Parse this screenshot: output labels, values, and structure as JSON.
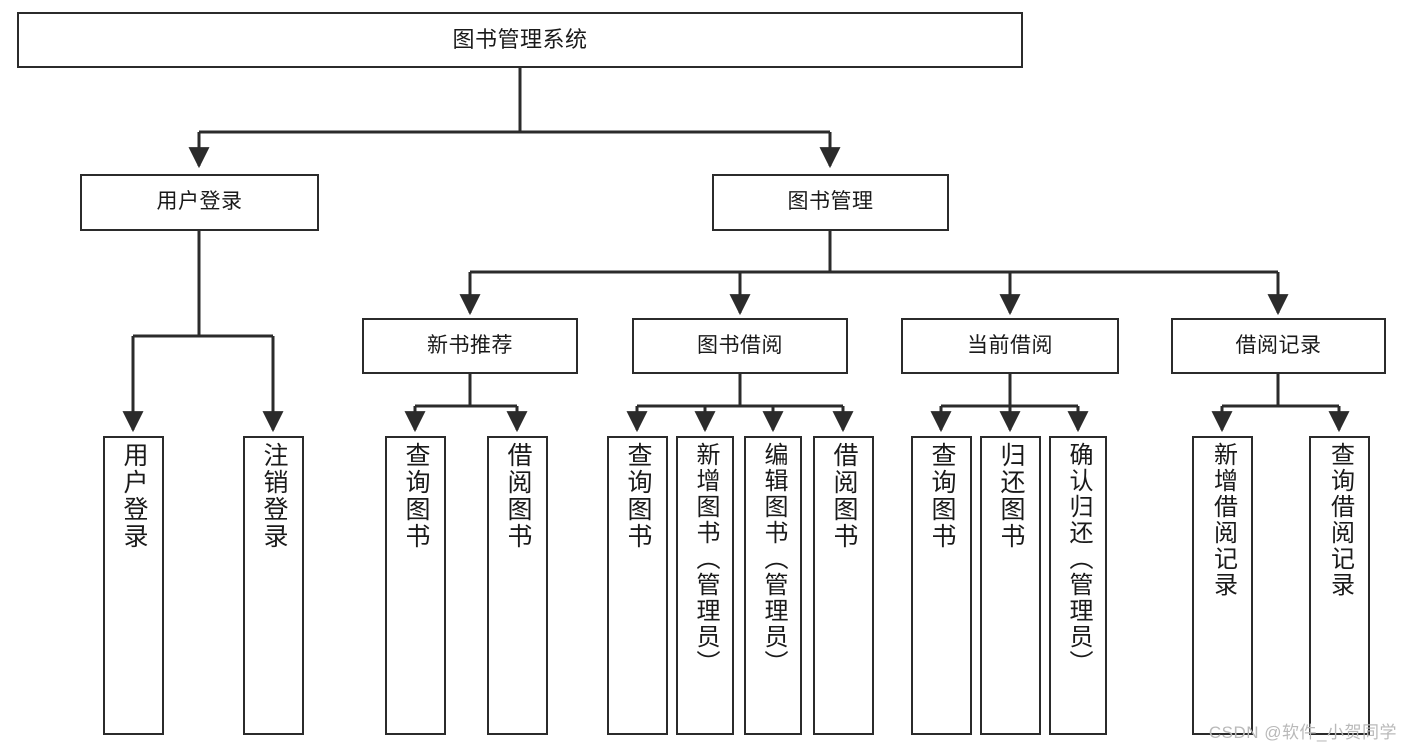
{
  "diagram": {
    "title": "图书管理系统",
    "type": "tree",
    "stroke_color": "#2b2b2b",
    "fill_color": "#ffffff",
    "text_color": "#1a1a1a"
  },
  "nodes": {
    "root": {
      "label": "图书管理系统"
    },
    "level2": [
      {
        "id": "user-login",
        "label": "用户登录"
      },
      {
        "id": "book-management",
        "label": "图书管理"
      }
    ],
    "level3": [
      {
        "id": "new-book-recommend",
        "label": "新书推荐"
      },
      {
        "id": "book-borrow",
        "label": "图书借阅"
      },
      {
        "id": "current-borrow",
        "label": "当前借阅"
      },
      {
        "id": "borrow-record",
        "label": "借阅记录"
      }
    ],
    "leaves": [
      {
        "id": "leaf-user-login",
        "label": "用户登录"
      },
      {
        "id": "leaf-logout-login",
        "label": "注销登录"
      },
      {
        "id": "leaf-query-book-1",
        "label": "查询图书"
      },
      {
        "id": "leaf-borrow-book-1",
        "label": "借阅图书"
      },
      {
        "id": "leaf-query-book-2",
        "label": "查询图书"
      },
      {
        "id": "leaf-add-book-admin",
        "label": "新增图书（管理员）"
      },
      {
        "id": "leaf-edit-book-admin",
        "label": "编辑图书（管理员）"
      },
      {
        "id": "leaf-borrow-book-2",
        "label": "借阅图书"
      },
      {
        "id": "leaf-query-book-3",
        "label": "查询图书"
      },
      {
        "id": "leaf-return-book",
        "label": "归还图书"
      },
      {
        "id": "leaf-confirm-return-admin",
        "label": "确认归还（管理员）"
      },
      {
        "id": "leaf-add-borrow-record",
        "label": "新增借阅记录"
      },
      {
        "id": "leaf-query-borrow-record",
        "label": "查询借阅记录"
      }
    ]
  },
  "watermark": {
    "text": "CSDN @软件_小贺同学"
  }
}
